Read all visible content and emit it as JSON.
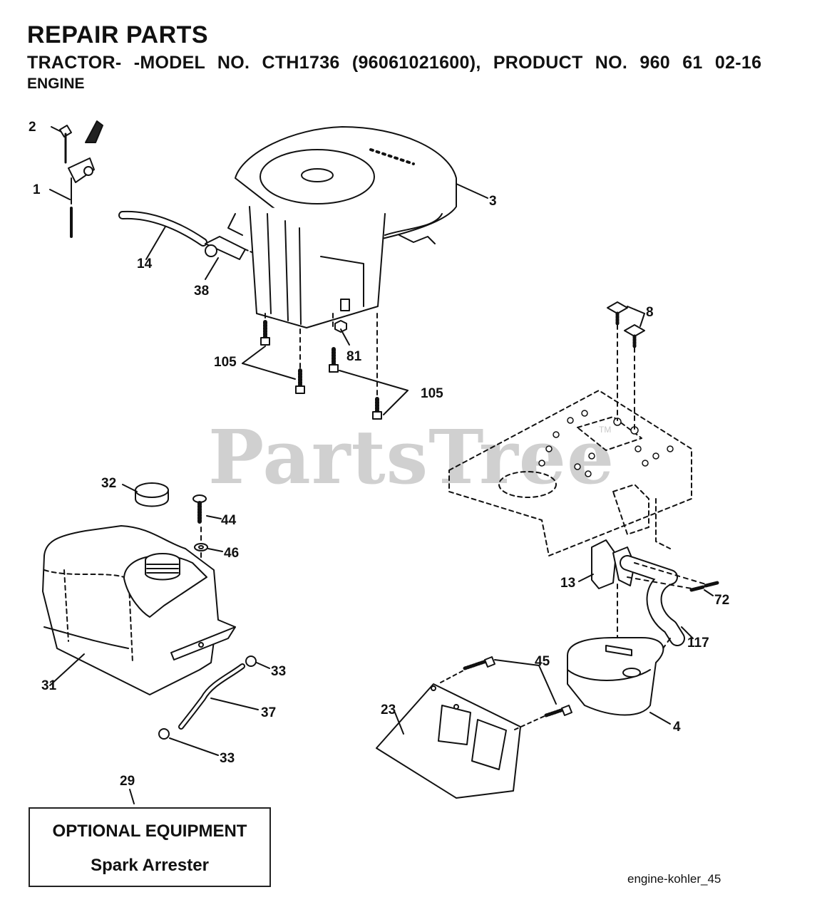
{
  "header": {
    "title": "REPAIR PARTS",
    "subtitle": "TRACTOR- -MODEL NO. CTH1736 (96061021600), PRODUCT NO. 960 61 02-16",
    "section": "ENGINE"
  },
  "watermark": {
    "text": "PartsTree",
    "tm": "TM"
  },
  "parts": {
    "p1": "1",
    "p2": "2",
    "p3": "3",
    "p4": "4",
    "p8": "8",
    "p13": "13",
    "p14": "14",
    "p23": "23",
    "p29": "29",
    "p31": "31",
    "p32": "32",
    "p33a": "33",
    "p33b": "33",
    "p37": "37",
    "p38": "38",
    "p44": "44",
    "p45": "45",
    "p46": "46",
    "p72": "72",
    "p81": "81",
    "p105a": "105",
    "p105b": "105",
    "p117": "117"
  },
  "optional_box": {
    "title": "OPTIONAL EQUIPMENT",
    "item": "Spark Arrester"
  },
  "footer": {
    "ref": "engine-kohler_45"
  }
}
